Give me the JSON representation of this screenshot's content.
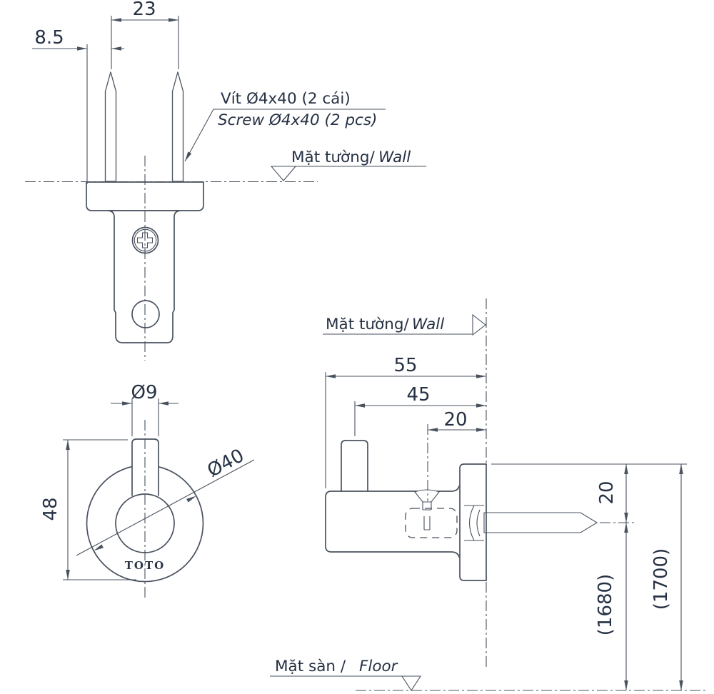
{
  "colors": {
    "line_ink": "#49525f",
    "text_ink": "#263244",
    "background": "#ffffff"
  },
  "labels": {
    "wall": {
      "vi": "Mặt tường/",
      "en": "Wall"
    },
    "floor": {
      "vi": "Mặt sàn /",
      "en": "Floor"
    },
    "screw_note": {
      "vi": "Vít Ø4x40 (2 cái)",
      "en": "Screw Ø4x40 (2 pcs)"
    },
    "logo": "TOTO"
  },
  "dimensions": {
    "top_view": {
      "screw_spacing": "23",
      "flange_edge_to_screw": "8.5"
    },
    "front_view": {
      "pin_diameter": "Ø9",
      "overall_height": "48",
      "body_diameter": "Ø40"
    },
    "side_view": {
      "total_depth": "55",
      "pin_center_to_wall": "45",
      "setscrew_center_to_wall": "20",
      "screw_axis_below_top": "20",
      "floor_to_screw_axis": "(1680)",
      "floor_to_top": "(1700)"
    }
  }
}
